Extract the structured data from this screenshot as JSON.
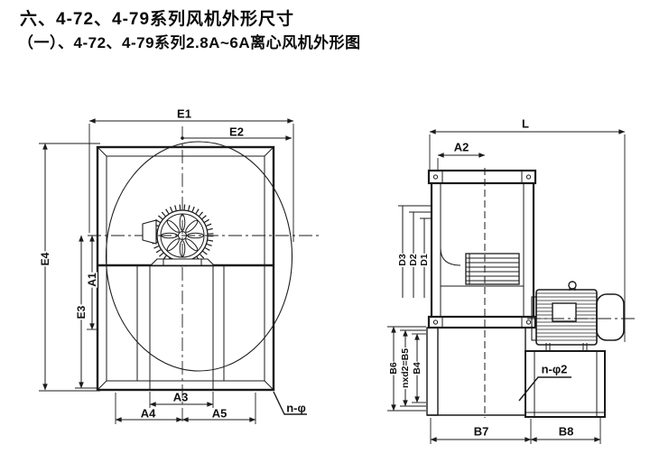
{
  "page": {
    "background": "#ffffff",
    "ink": "#1b1b1b"
  },
  "title": {
    "line1": "六、4-72、4-79系列风机外形尺寸",
    "line2": "（一）、4-72、4-79系列2.8A~6A离心风机外形图"
  },
  "front_view": {
    "labels": {
      "e1": "E1",
      "e2": "E2",
      "e4": "E4",
      "e3": "E3",
      "a1": "A1",
      "a3": "A3",
      "a4": "A4",
      "a5": "A5",
      "n_phi": "n-φ"
    }
  },
  "side_view": {
    "labels": {
      "l": "L",
      "a2": "A2",
      "d3": "D3",
      "d2": "D2",
      "d1": "D1",
      "b6": "B6",
      "b5": "nxd2=B5",
      "b4": "B4",
      "b7": "B7",
      "b8": "B8",
      "n_phi2": "n-φ2"
    }
  }
}
